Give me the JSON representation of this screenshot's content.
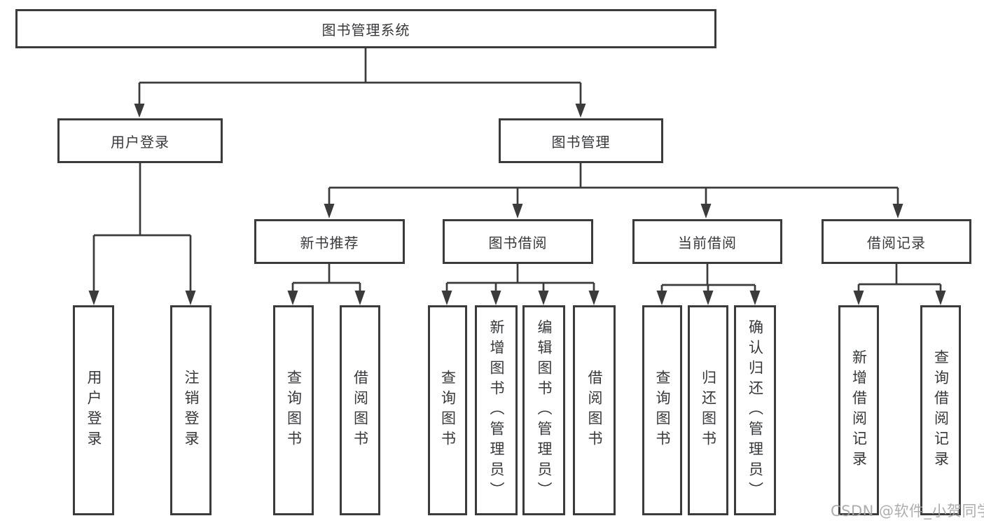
{
  "colors": {
    "line": "#3b3b3b",
    "box_border": "#3b3b3b",
    "text": "#36383c",
    "background": "#ffffff",
    "watermark": "#a5a5a5"
  },
  "tree": {
    "root": {
      "label": "图书管理系统"
    },
    "level2": [
      {
        "label": "用户登录"
      },
      {
        "label": "图书管理"
      }
    ],
    "level3": [
      {
        "label": "新书推荐"
      },
      {
        "label": "图书借阅"
      },
      {
        "label": "当前借阅"
      },
      {
        "label": "借阅记录"
      }
    ],
    "level4": {
      "user_login_children": [
        {
          "label": "用户登录"
        },
        {
          "label": "注销登录"
        }
      ],
      "new_book_children": [
        {
          "label": "查询图书"
        },
        {
          "label": "借阅图书"
        }
      ],
      "book_borrow_children": [
        {
          "label": "查询图书"
        },
        {
          "label": "新增图书（管理员）"
        },
        {
          "label": "编辑图书（管理员）"
        },
        {
          "label": "借阅图书"
        }
      ],
      "current_borrow_children": [
        {
          "label": "查询图书"
        },
        {
          "label": "归还图书"
        },
        {
          "label": "确认归还（管理员）"
        }
      ],
      "borrow_record_children": [
        {
          "label": "新增借阅记录"
        },
        {
          "label": "查询借阅记录"
        }
      ]
    }
  },
  "watermark": {
    "text": "CSDN @软件_小贺同学"
  }
}
